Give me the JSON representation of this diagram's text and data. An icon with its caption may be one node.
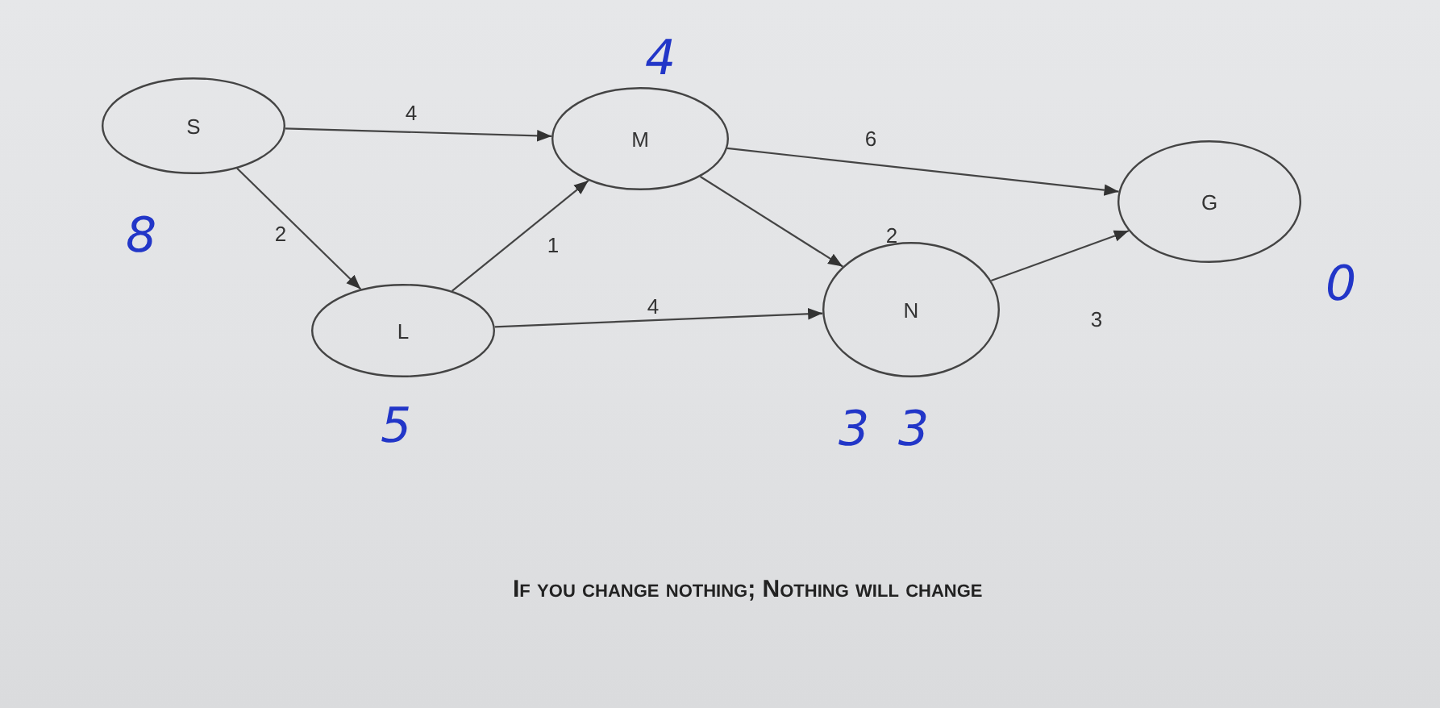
{
  "diagram": {
    "nodes": [
      {
        "text": [
          "S"
        ],
        "beside": [
          "8"
        ]
      },
      {
        "text": [
          "M"
        ],
        "beside": [
          "4"
        ]
      },
      {
        "text": [
          "L"
        ],
        "beside": [
          "5"
        ]
      },
      {
        "text": [
          "N"
        ],
        "beside": [
          "3",
          "3"
        ]
      },
      {
        "text": [
          "G"
        ],
        "beside": [
          "0"
        ]
      }
    ],
    "edges": [
      {
        "from": 0,
        "to": 1,
        "arrow": "to",
        "label": "4"
      },
      {
        "from": 0,
        "to": 2,
        "arrow": "to",
        "label": "2"
      },
      {
        "from": 2,
        "to": 1,
        "arrow": "to",
        "label": "1"
      },
      {
        "from": 2,
        "to": 3,
        "arrow": "to",
        "label": "4"
      },
      {
        "from": 1,
        "to": 3,
        "arrow": "to",
        "label": "2"
      },
      {
        "from": 1,
        "to": 4,
        "arrow": "to",
        "label": "6"
      },
      {
        "from": 3,
        "to": 4,
        "arrow": "to",
        "label": "3"
      }
    ],
    "labels": [
      "If you change nothing; Nothing will change"
    ]
  }
}
